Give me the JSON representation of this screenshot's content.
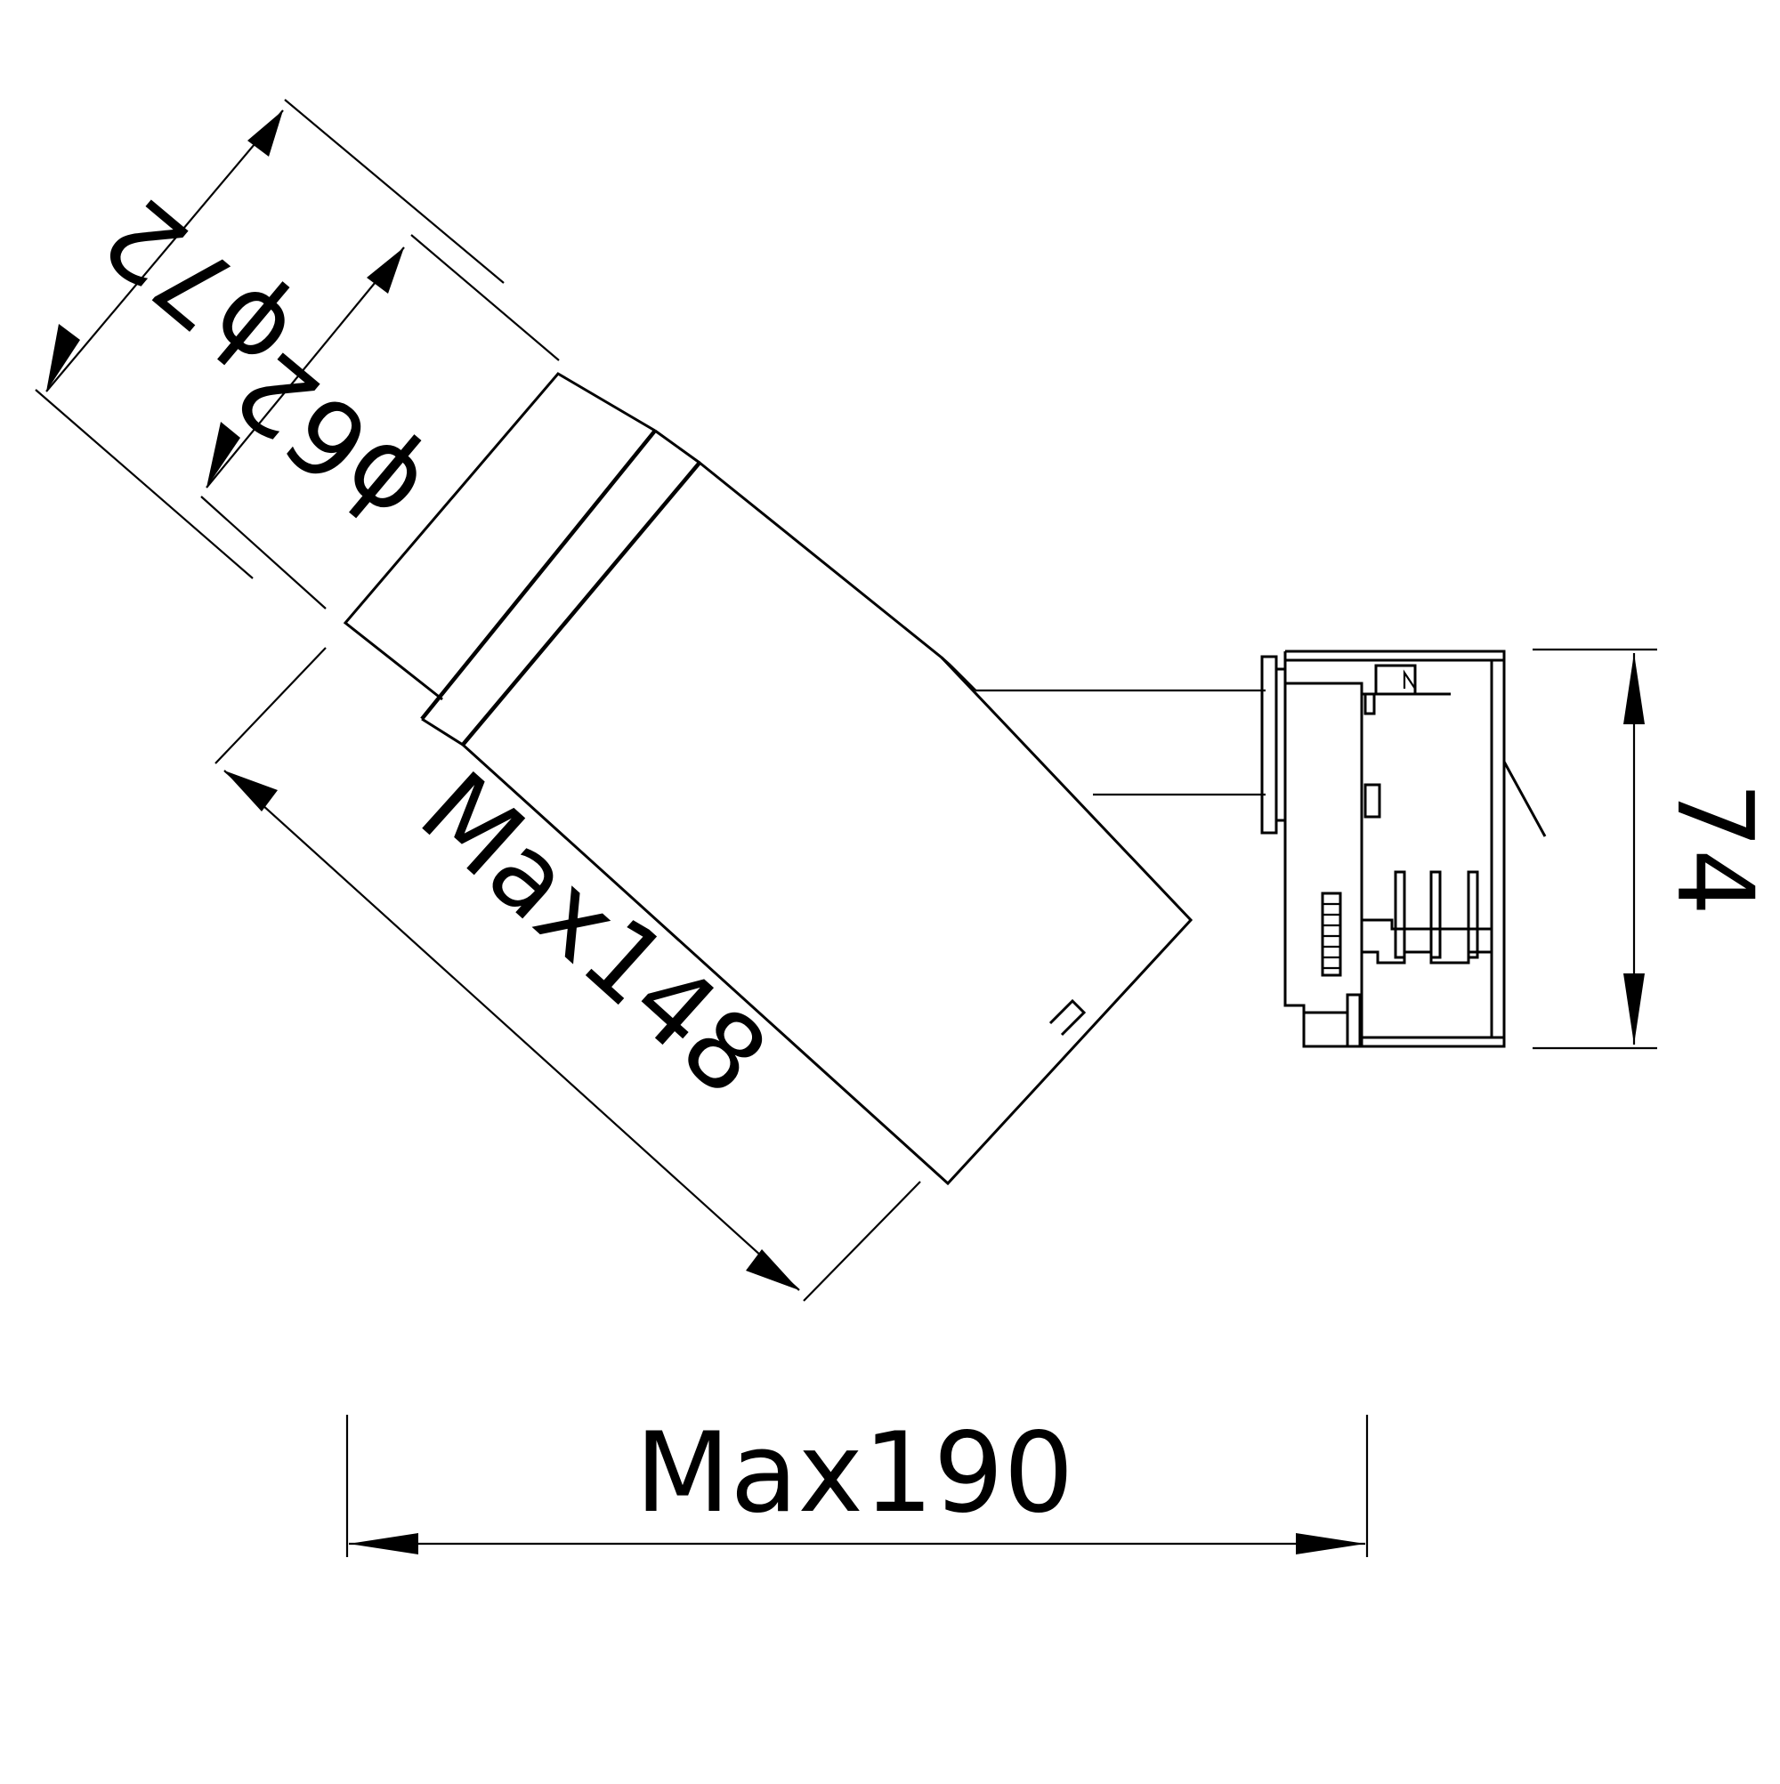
{
  "drawing": {
    "line_color": "#000000",
    "background": "#ffffff"
  },
  "dimensions": {
    "outer_diameter": "ϕ72",
    "inner_diameter": "ϕ62",
    "length": "Max148",
    "width": "Max190",
    "adapter_height": "74"
  }
}
